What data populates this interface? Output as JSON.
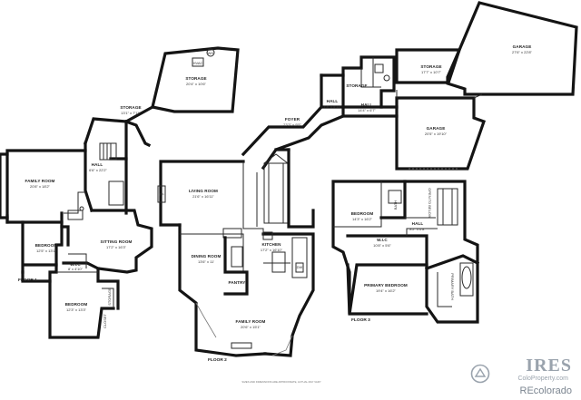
{
  "floors": {
    "floor1": "FLOOR 1",
    "floor2": "FLOOR 2",
    "floor3": "FLOOR 3"
  },
  "rooms": {
    "garage_big": {
      "name": "GARAGE",
      "dim": "27'6\" x 22'8\""
    },
    "storage_garage": {
      "name": "STORAGE",
      "dim": "17'7\" x 10'7\""
    },
    "garage_small": {
      "name": "GARAGE",
      "dim": "20'5\" x 19'10\""
    },
    "storage_top": {
      "name": "STORAGE",
      "dim": "20'4\" x 10'6\""
    },
    "storage_mid": {
      "name": "STORAGE",
      "dim": "13'1\" x 7'11\""
    },
    "hall_f1": {
      "name": "HALL",
      "dim": "6'6\" x 22'2\""
    },
    "family_room_f1": {
      "name": "FAMILY ROOM",
      "dim": "20'8\" x 18'2\""
    },
    "bedroom_f1a": {
      "name": "BEDROOM",
      "dim": "12'5\" x 13'1\""
    },
    "sitting_room": {
      "name": "SITTING ROOM",
      "dim": "17'2\" x 16'3\""
    },
    "bedroom_f1b": {
      "name": "BEDROOM",
      "dim": "12'3\" x 13'3\""
    },
    "wic_f1": {
      "name": "W.I.C",
      "dim": "8' x 4'10\""
    },
    "storage_f1": {
      "name": "STORAGE",
      "dim": ""
    },
    "closet_f1": {
      "name": "CLOSET",
      "dim": ""
    },
    "living_room": {
      "name": "LIVING ROOM",
      "dim": "21'6\" x 16'11\""
    },
    "dining_room": {
      "name": "DINING ROOM",
      "dim": "13'6\" x 11'"
    },
    "kitchen": {
      "name": "KITCHEN",
      "dim": "17'2\" x 16'10\""
    },
    "pantry": {
      "name": "PANTRY",
      "dim": ""
    },
    "family_room_f2": {
      "name": "FAMILY ROOM",
      "dim": "20'6\" x 15'1\""
    },
    "foyer": {
      "name": "FOYER",
      "dim": "23'3\" x 9'5\""
    },
    "hall_f2a": {
      "name": "HALL",
      "dim": "7'3\" x 5'11\""
    },
    "hall_f2b": {
      "name": "HALL",
      "dim": "14'4\" x 6'7\""
    },
    "storage_f2": {
      "name": "STORAGE",
      "dim": ""
    },
    "bedroom_f3": {
      "name": "BEDROOM",
      "dim": "14'3\" x 16'2\""
    },
    "hall_f3": {
      "name": "HALL",
      "dim": "8'2\" x 6'8\""
    },
    "wic_f3": {
      "name": "W.I.C",
      "dim": "10'8\" x 5'6\""
    },
    "primary_bedroom": {
      "name": "PRIMARY BEDROOM",
      "dim": "19'4\" x 16'2\""
    },
    "primary_bath": {
      "name": "PRIMARY BATH",
      "dim": ""
    },
    "bath_f3": {
      "name": "BATH",
      "dim": ""
    },
    "open_to_below": {
      "name": "OPEN TO BELOW",
      "dim": ""
    }
  },
  "fixtures": {
    "hvac": "HVAC",
    "wh": "WH",
    "fp": "FP",
    "dw": "DW"
  },
  "disclaimer": "SIZES AND DIMENSIONS ARE APPROXIMATE, ACTUAL MAY VARY",
  "watermark": {
    "brand": "IRES",
    "sub": "ColoProperty.com",
    "credit": "REcolorado"
  },
  "colors": {
    "wall": "#141414",
    "watermark": "#9aa3ad"
  }
}
